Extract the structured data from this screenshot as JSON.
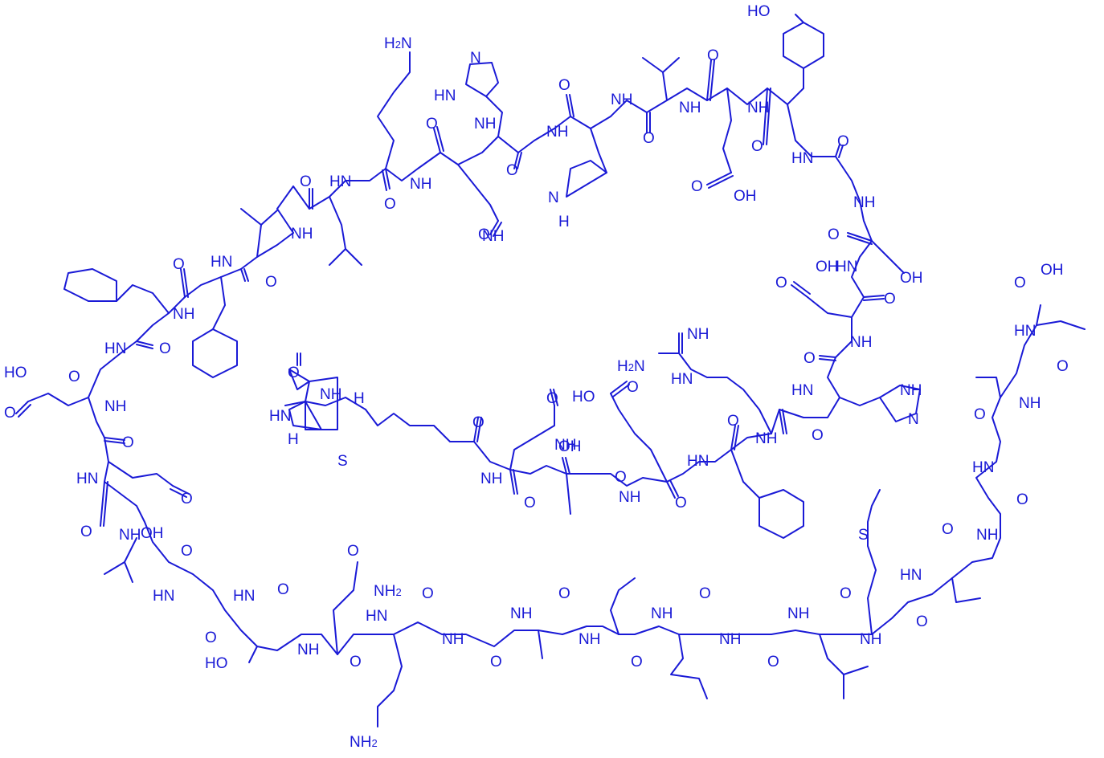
{
  "colors": {
    "structure": "#1a1ad6",
    "background": "#ffffff"
  },
  "labels": {
    "nh": "NH",
    "hn": "HN",
    "o": "O",
    "oh": "OH",
    "ho": "HO",
    "nh2": "NH",
    "h2n": "H",
    "n": "N",
    "s": "S",
    "h": "H",
    "two": "2"
  }
}
